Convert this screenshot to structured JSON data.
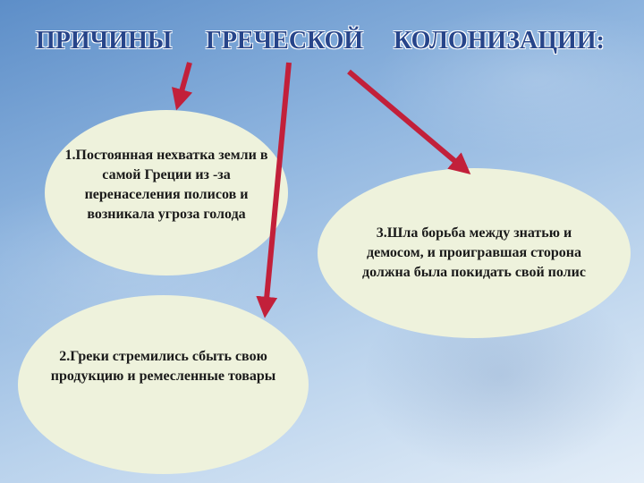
{
  "title": {
    "word1": "ПРИЧИНЫ",
    "word2": "ГРЕЧЕСКОЙ",
    "word3": "КОЛОНИЗАЦИИ:"
  },
  "causes": [
    {
      "text": "1.Постоянная нехватка земли в самой Греции из -за перенаселения полисов и возникала угроза голода"
    },
    {
      "text": "3.Шла борьба между знатью и демосом, и проигравшая сторона должна была покидать свой полис"
    },
    {
      "text": "2.Греки стремились сбыть свою продукцию и ремесленные товары"
    }
  ],
  "colors": {
    "arrow": "#c2203a",
    "title": "#27458a",
    "ellipse": "#eef2dc"
  }
}
